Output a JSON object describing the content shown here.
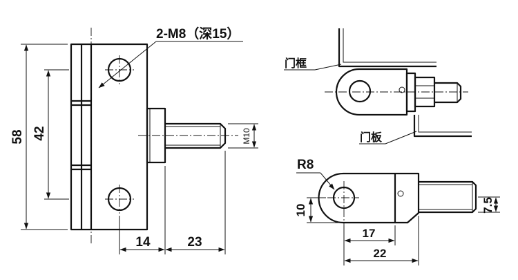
{
  "front_view": {
    "hole_callout": "2-M8（深15）",
    "dim_overall_height": "58",
    "dim_hole_spacing": "42",
    "dim_plate_width": "14",
    "dim_shaft_length": "23",
    "dim_thread": "M10"
  },
  "assembly_view": {
    "label_frame": "门框",
    "label_door": "门板"
  },
  "side_view": {
    "dim_radius": "R8",
    "dim_eye_height": "10",
    "dim_to_shaft": "17",
    "dim_total_length": "22",
    "dim_shaft_height": "7.5"
  }
}
